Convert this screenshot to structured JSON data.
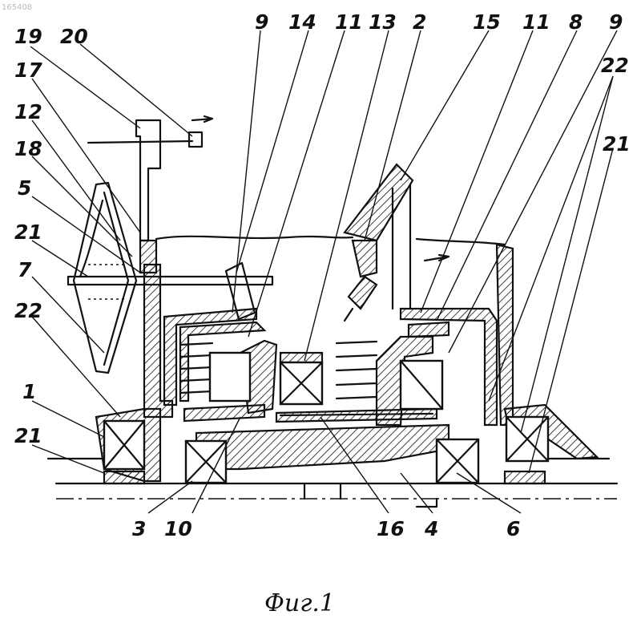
{
  "figure": {
    "caption": "Фиг.1",
    "corner_mark": "165408",
    "labels": {
      "l19": "19",
      "l20": "20",
      "l17": "17",
      "l12": "12",
      "l18": "18",
      "l5": "5",
      "l21a": "21",
      "l7": "7",
      "l22a": "22",
      "l1": "1",
      "l21b": "21",
      "l9a": "9",
      "l14": "14",
      "l11a": "11",
      "l13": "13",
      "l2": "2",
      "l15": "15",
      "l11b": "11",
      "l8": "8",
      "l9b": "9",
      "l22b": "22",
      "l21c": "21",
      "l3": "3",
      "l10": "10",
      "l16": "16",
      "l4": "4",
      "l6": "6"
    }
  }
}
